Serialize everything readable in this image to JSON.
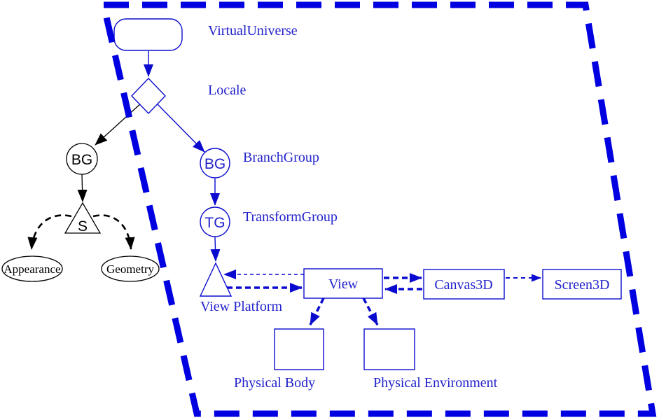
{
  "diagram_type": "scene-graph-diagram",
  "colors": {
    "border_blue": "#0000e0",
    "node_blue": "#0b0bcf",
    "text_blue": "#2222cc",
    "black": "#000000",
    "background": "#ffffff"
  },
  "nodes": {
    "virtual_universe": {
      "label": "VirtualUniverse",
      "shape": "hatched-rounded-rect"
    },
    "locale": {
      "label": "Locale",
      "shape": "diamond"
    },
    "branch_group_left": {
      "letter": "BG",
      "shape": "circle"
    },
    "branch_group_right": {
      "letter": "BG",
      "label": "BranchGroup",
      "shape": "circle"
    },
    "transform_group": {
      "letter": "TG",
      "label": "TransformGroup",
      "shape": "circle"
    },
    "shape3d": {
      "letter": "S",
      "shape": "triangle"
    },
    "appearance": {
      "label": "Appearance",
      "shape": "ellipse"
    },
    "geometry": {
      "label": "Geometry",
      "shape": "ellipse"
    },
    "view_platform": {
      "label": "View Platform",
      "shape": "triangle"
    },
    "view": {
      "label": "View",
      "shape": "rect"
    },
    "canvas3d": {
      "label": "Canvas3D",
      "shape": "rect"
    },
    "screen3d": {
      "label": "Screen3D",
      "shape": "rect"
    },
    "physical_body": {
      "label": "Physical Body",
      "shape": "rect"
    },
    "physical_environment": {
      "label": "Physical Environment",
      "shape": "rect"
    }
  }
}
